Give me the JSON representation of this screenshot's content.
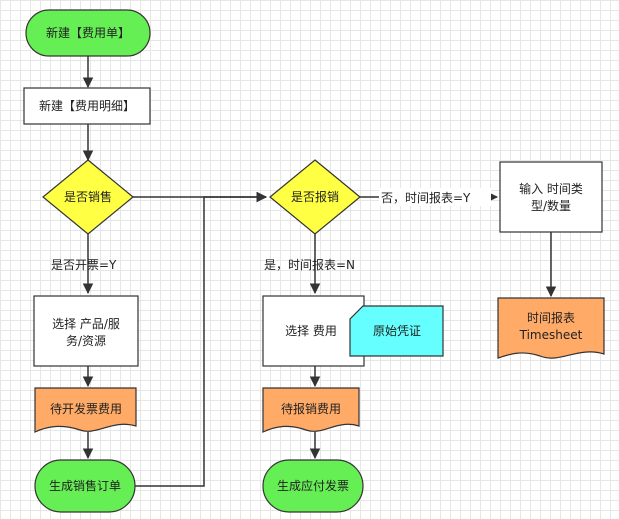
{
  "nodes": {
    "new_expense_form": "新建【费用单】",
    "new_expense_detail": "新建【费用明细】",
    "is_sales": "是否销售",
    "is_reimbursement": "是否报销",
    "select_product_line1": "选择 产品/服",
    "select_product_line2": "务/资源",
    "select_expense": "选择 费用",
    "original_voucher": "原始凭证",
    "input_time_line1": "输入 时间类",
    "input_time_line2": "型/数量",
    "pending_invoice_expense": "待开发票费用",
    "pending_reimburse_expense": "待报销费用",
    "timesheet_line1": "时间报表",
    "timesheet_line2": "Timesheet",
    "generate_sales_order": "生成销售订单",
    "generate_payable_invoice": "生成应付发票"
  },
  "edge_labels": {
    "invoice_yes": "是否开票=Y",
    "timesheet_no": "是，时间报表=N",
    "timesheet_yes": "否，时间报表=Y"
  },
  "colors": {
    "terminal": "#66ee55",
    "decision": "#ffff44",
    "document": "#ffaa66",
    "note": "#66ffff",
    "stroke": "#333333"
  }
}
